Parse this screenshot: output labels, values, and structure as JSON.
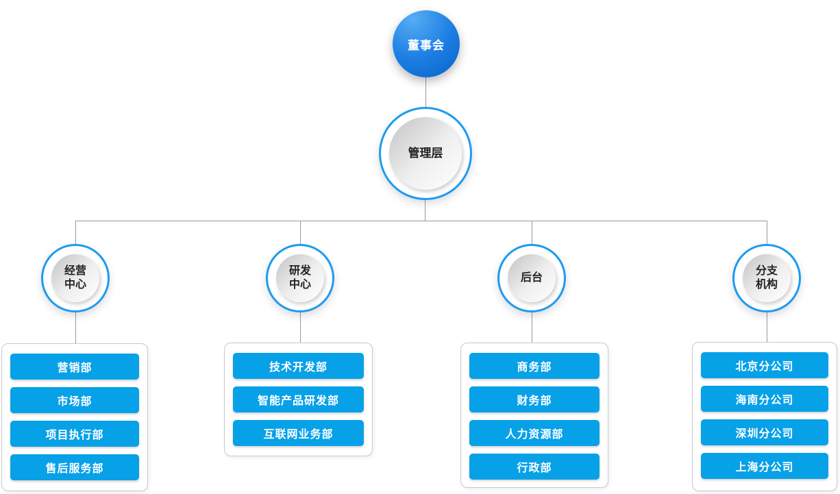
{
  "chart": {
    "type": "org-chart",
    "root": {
      "label": "董事会"
    },
    "management": {
      "label": "管理层"
    },
    "branches": [
      {
        "label": "经营\n中心",
        "departments": [
          "营销部",
          "市场部",
          "项目执行部",
          "售后服务部"
        ]
      },
      {
        "label": "研发\n中心",
        "departments": [
          "技术开发部",
          "智能产品研发部",
          "互联网业务部"
        ]
      },
      {
        "label": "后台",
        "departments": [
          "商务部",
          "财务部",
          "人力资源部",
          "行政部"
        ]
      },
      {
        "label": "分支\n机构",
        "departments": [
          "北京分公司",
          "海南分公司",
          "深圳分公司",
          "上海分公司"
        ]
      }
    ],
    "colors": {
      "button_blue": "#07a1e8",
      "ring_blue": "#1e9af0",
      "board_gradient_top": "#55adf4",
      "board_gradient_bottom": "#0a63c8",
      "connector_gray": "#999999",
      "box_border": "#c9c9c9",
      "text_dark": "#222222",
      "text_light": "#ffffff"
    }
  }
}
